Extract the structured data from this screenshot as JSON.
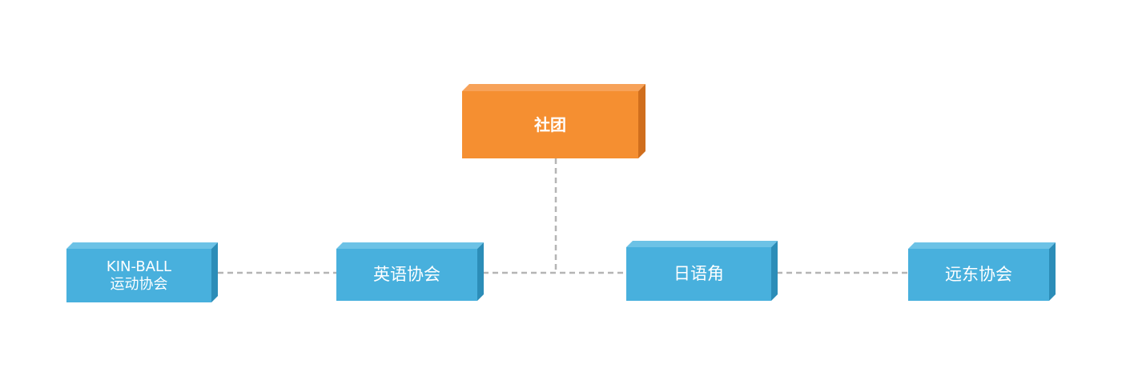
{
  "root": {
    "label": "社团"
  },
  "children": [
    {
      "id": "kinball",
      "line1": "KIN-BALL",
      "line2": "运动协会"
    },
    {
      "id": "english",
      "line1": "英语协会"
    },
    {
      "id": "japanese",
      "line1": "日语角"
    },
    {
      "id": "fareast",
      "line1": "远东协会"
    }
  ],
  "colors": {
    "root_face": "#F58F31",
    "root_top": "#F7A259",
    "root_side": "#D06E1D",
    "child_face": "#48B0DD",
    "child_top": "#6CC2E6",
    "child_side": "#2C8DB8",
    "connector": "#B5B5B5"
  }
}
